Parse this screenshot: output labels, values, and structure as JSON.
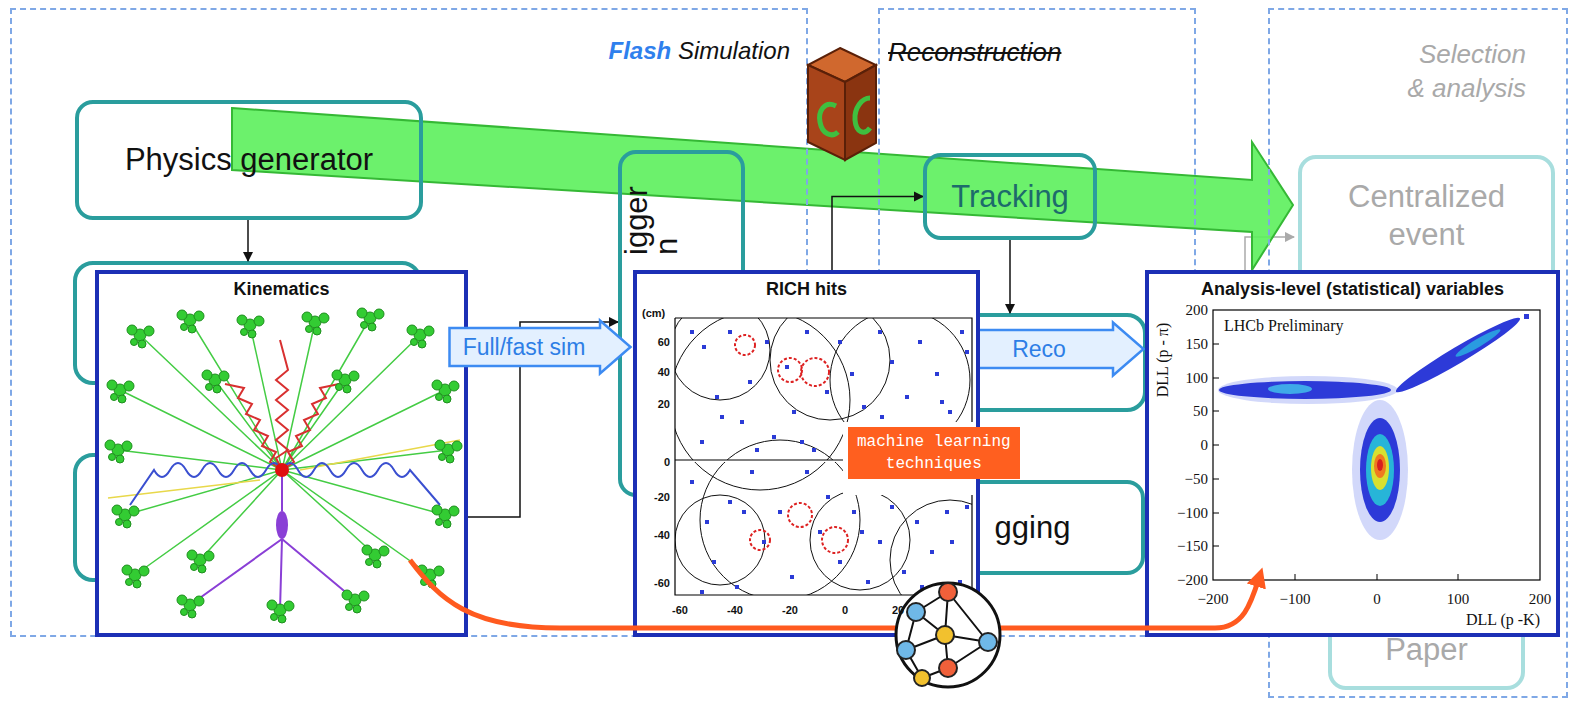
{
  "diagram": {
    "nodes": [
      {
        "text": [
          "Flash",
          "Simulation"
        ]
      },
      {
        "text": [
          "Reconstruction"
        ]
      },
      {
        "text": [
          "Selection & analysis"
        ]
      },
      {
        "text": [
          "Physics generator"
        ],
        "in": 0
      },
      {
        "text": [
          "igger n"
        ],
        "in": 0
      },
      {
        "text": [
          "Kinematics"
        ],
        "in": 0
      },
      {
        "text": [
          "RICH hits"
        ]
      },
      {
        "text": [
          "Tracking"
        ],
        "in": 1
      },
      {
        "text": [
          "gging"
        ],
        "in": 1
      },
      {
        "text": [
          "Centralized event"
        ],
        "in": 2
      },
      {
        "text": [
          "Paper"
        ],
        "in": 2
      },
      {
        "text": [
          "Analysis-level (statistical) variables"
        ]
      },
      {
        "text": [
          "Full/fast sim"
        ],
        "in": 0
      },
      {
        "text": [
          "Reco"
        ],
        "in": 1
      },
      {
        "text": [
          "machine learning techniques"
        ]
      }
    ],
    "edges": [
      {
        "from": 5,
        "to": 4,
        "arrow": "to"
      },
      {
        "from": 6,
        "to": 7,
        "arrow": "to"
      }
    ],
    "labels": [
      "(cm)",
      "60",
      "40",
      "20",
      "0",
      "-20",
      "-40",
      "-60",
      "-60",
      "-40",
      "-20",
      "0",
      "20",
      "LHCb Preliminary",
      "DLL (p - π)",
      "200",
      "150",
      "100",
      "50",
      "0",
      "−50",
      "−100",
      "−150",
      "−200",
      "−200",
      "−100",
      "0",
      "100",
      "200",
      "DLL (p -K)"
    ]
  }
}
